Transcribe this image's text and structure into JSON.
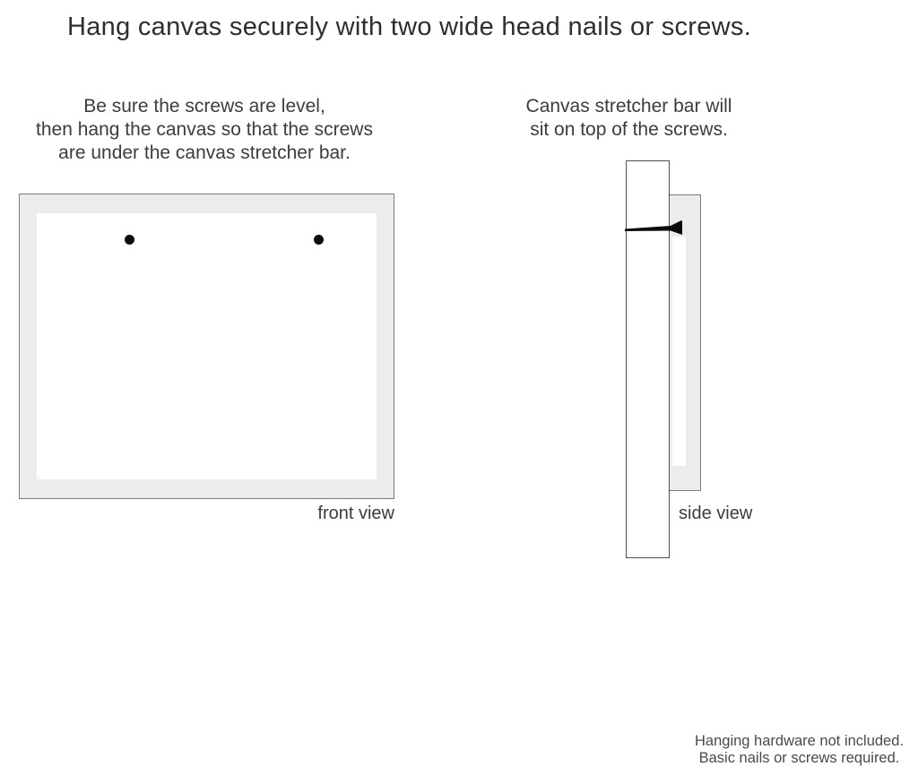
{
  "title": "Hang canvas securely with two wide head nails or screws.",
  "instructions": {
    "left": {
      "lines": [
        "Be sure the screws are level,",
        "then hang the canvas so that the screws",
        "are under the canvas stretcher bar."
      ]
    },
    "right": {
      "lines": [
        "Canvas stretcher bar will",
        "sit on top of the screws."
      ]
    }
  },
  "diagrams": {
    "front": {
      "label": "front view",
      "screw_count": 2
    },
    "side": {
      "label": "side view"
    }
  },
  "footer": {
    "lines": [
      "Hanging hardware not included.",
      "Basic nails or screws required."
    ]
  },
  "colors": {
    "background": "#ffffff",
    "canvas_frame_fill": "#ececec",
    "frame_border": "#7a7a7a",
    "nail": "#0b0b0b",
    "text": "#3c3c3c"
  }
}
